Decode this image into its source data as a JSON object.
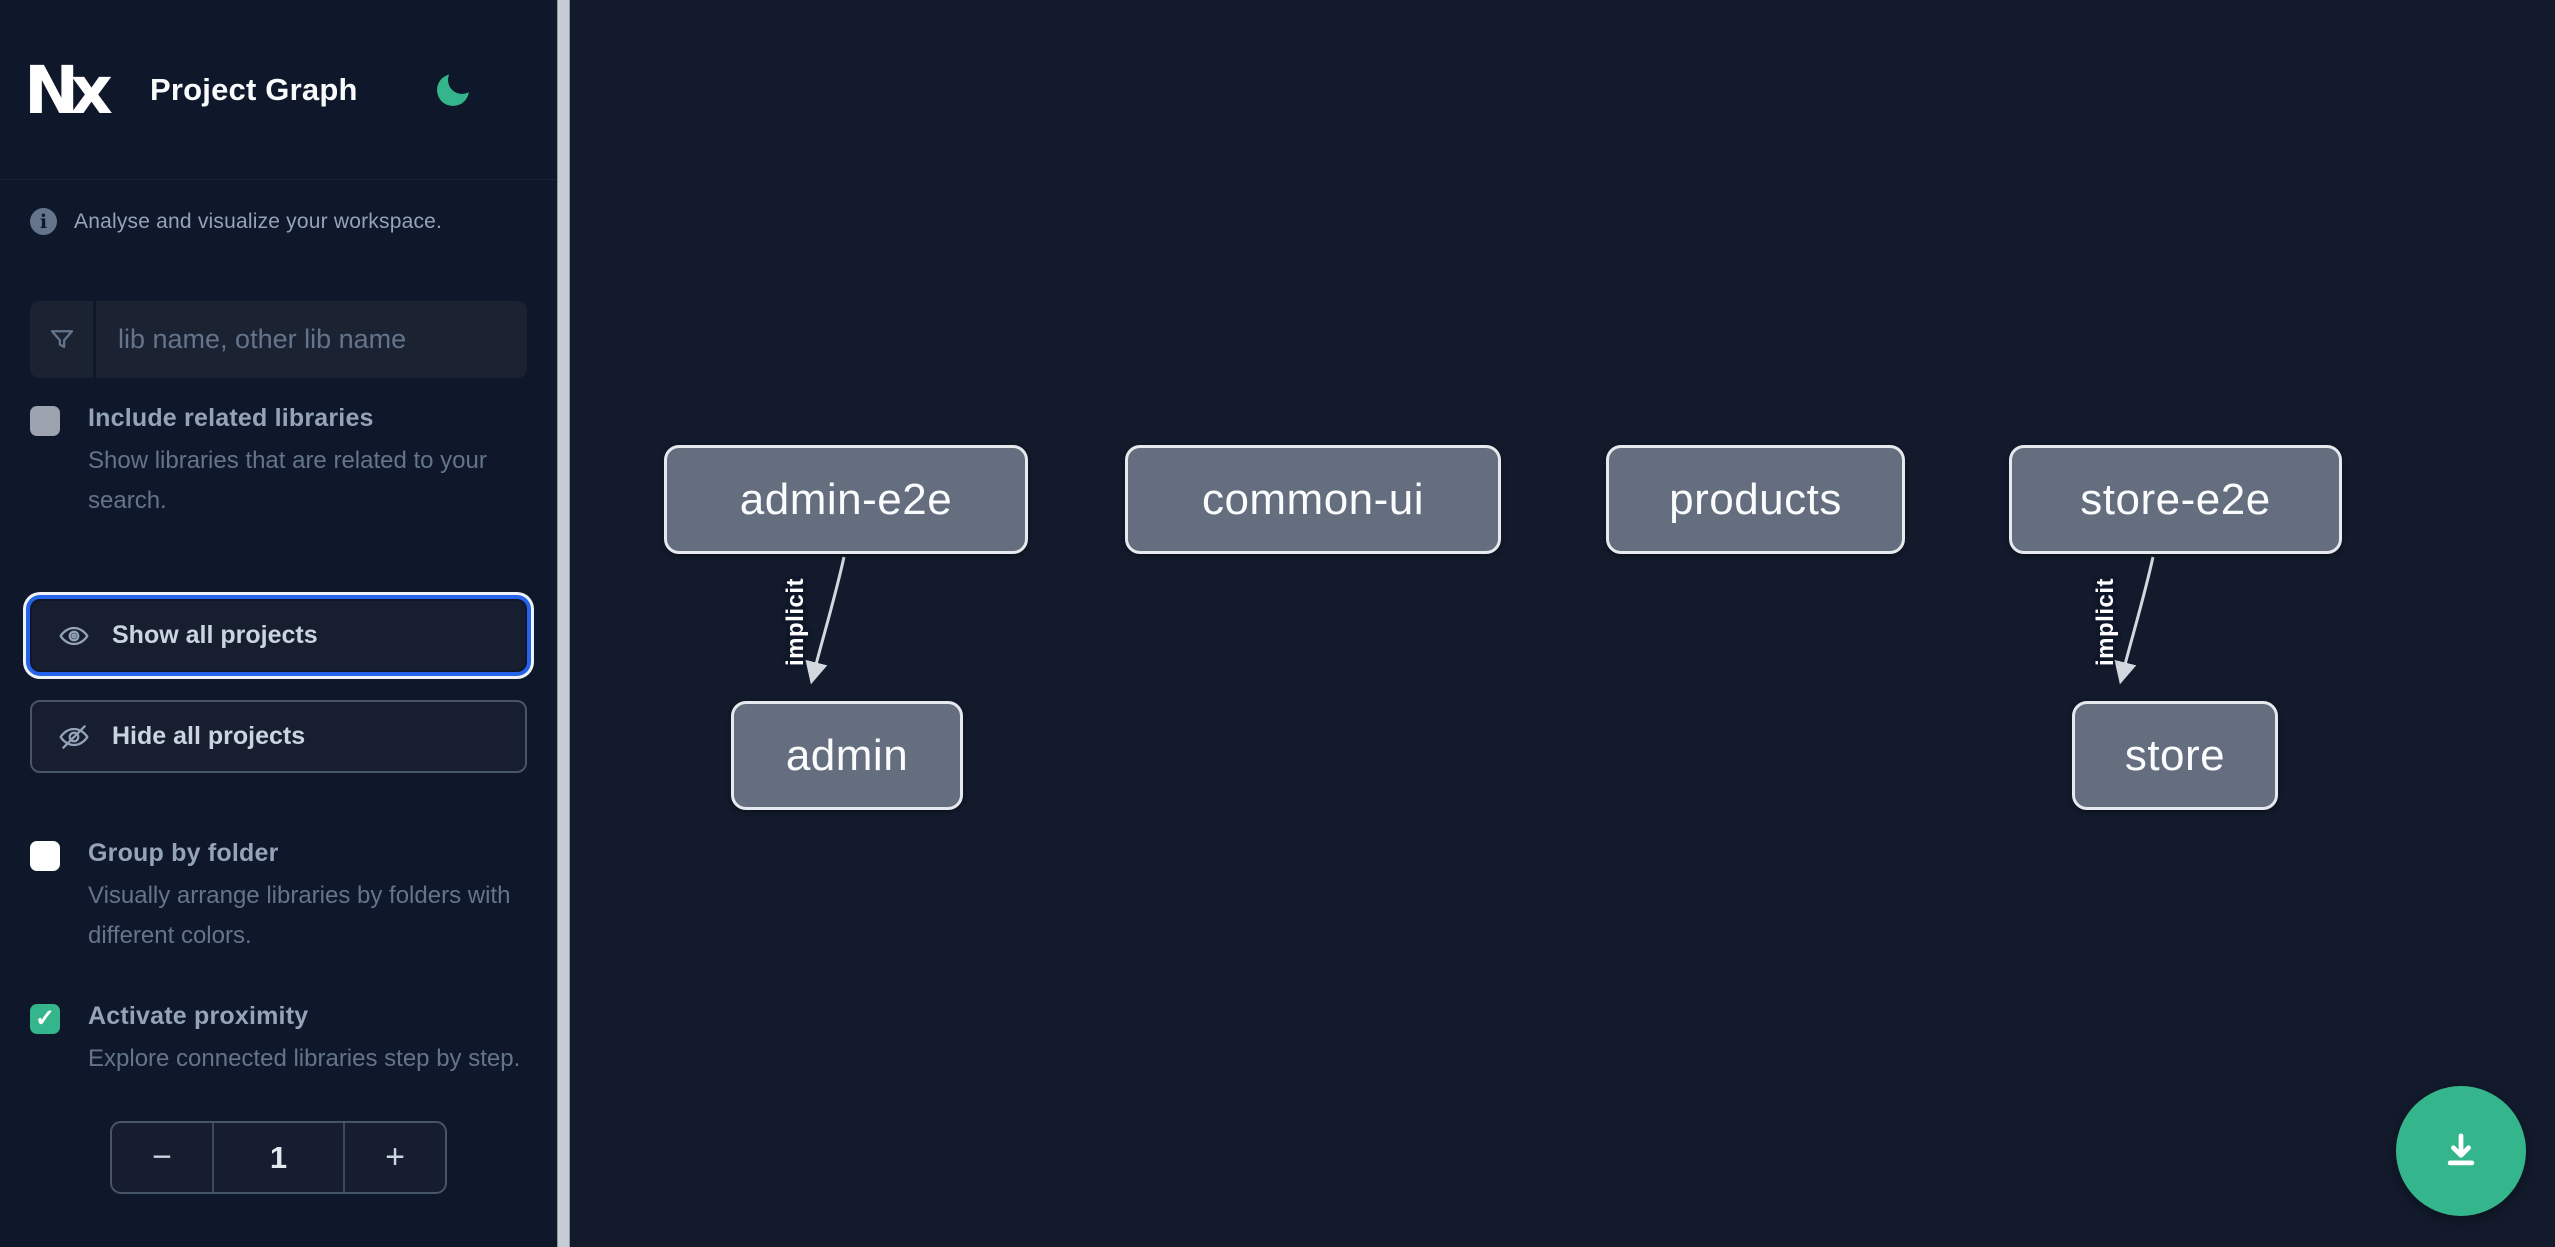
{
  "header": {
    "logo_text": "Nx",
    "title": "Project Graph",
    "theme_toggle": "dark-mode-moon"
  },
  "sidebar": {
    "info_text": "Analyse and visualize your workspace.",
    "filter": {
      "placeholder": "lib name, other lib name",
      "value": ""
    },
    "toggles": [
      {
        "label": "Include related libraries",
        "description": "Show libraries that are related to your search.",
        "checked": false
      },
      {
        "label": "Group by folder",
        "description": "Visually arrange libraries by folders with different colors.",
        "checked": false
      },
      {
        "label": "Activate proximity",
        "description": "Explore connected libraries step by step.",
        "checked": true,
        "checkmark": "✓"
      }
    ],
    "buttons": [
      {
        "label": "Show all projects",
        "icon": "eye-icon",
        "focused": true
      },
      {
        "label": "Hide all projects",
        "icon": "eye-off-icon",
        "focused": false
      }
    ],
    "stepper": {
      "decrement": "−",
      "value": "1",
      "increment": "+"
    }
  },
  "graph": {
    "nodes": [
      {
        "label": "admin-e2e"
      },
      {
        "label": "common-ui"
      },
      {
        "label": "products"
      },
      {
        "label": "store-e2e"
      },
      {
        "label": "admin"
      },
      {
        "label": "store"
      }
    ],
    "edges": [
      {
        "from": "admin-e2e",
        "to": "admin",
        "label": "implicit"
      },
      {
        "from": "store-e2e",
        "to": "store",
        "label": "implicit"
      }
    ]
  },
  "fab": {
    "icon": "download-icon"
  },
  "colors": {
    "accent_green": "#34b58b",
    "focus_blue": "#2563eb",
    "node_fill": "#656e7e",
    "sidebar_bg": "#0f172a",
    "canvas_bg": "#121a2c"
  }
}
